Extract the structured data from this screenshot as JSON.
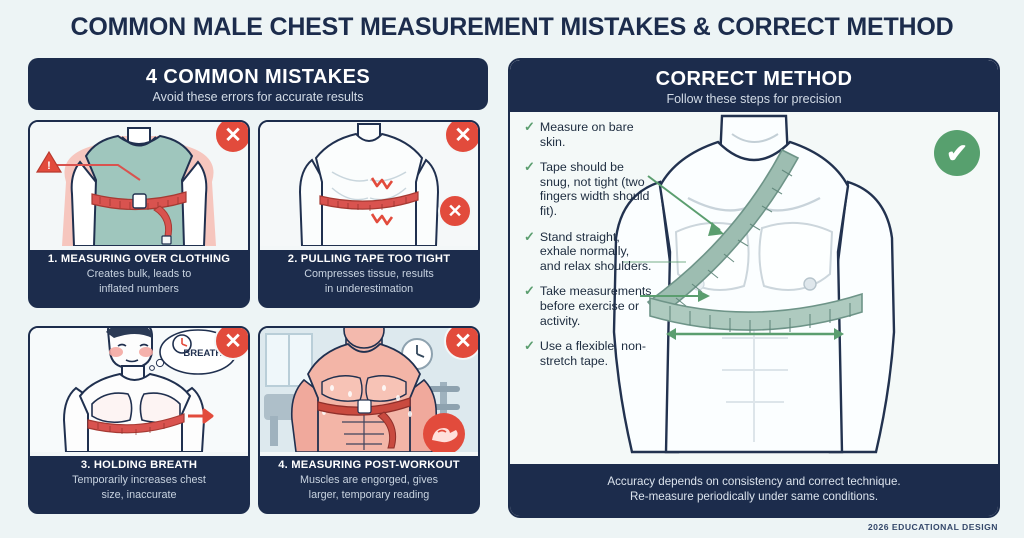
{
  "title": "COMMON MALE CHEST MEASUREMENT MISTAKES & CORRECT METHOD",
  "colors": {
    "background": "#edf4f5",
    "navy": "#1c2c4c",
    "red": "#e24b3c",
    "green": "#57a06e",
    "tape_red": "#d9534f",
    "tape_green": "#8fb4a6"
  },
  "left_panel": {
    "header": {
      "title": "4 COMMON MISTAKES",
      "subtitle": "Avoid these errors for accurate results"
    },
    "cards": [
      {
        "number": "1.",
        "title": "1. MEASURING OVER CLOTHING",
        "subtitle_line1": "Creates bulk, leads to",
        "subtitle_line2": "inflated numbers",
        "badge": "✕",
        "art": "man-in-tshirt-with-red-tape"
      },
      {
        "number": "2.",
        "title": "2. PULLING TAPE TOO TIGHT",
        "subtitle_line1": "Compresses tissue, results",
        "subtitle_line2": "in underestimation",
        "badge": "✕",
        "art": "bare-torso-tight-tape-pain-marks"
      },
      {
        "number": "3.",
        "title": "3. HOLDING BREATH",
        "subtitle_line1": "Temporarily increases chest",
        "subtitle_line2": "size, inaccurate",
        "badge": "✕",
        "art": "man-holding-breath-with-breathe-bubble",
        "bubble_label": "BREATHE"
      },
      {
        "number": "4.",
        "title": "4. MEASURING POST-WORKOUT",
        "subtitle_line1": "Muscles are engorged, gives",
        "subtitle_line2": "larger, temporary reading",
        "badge": "✕",
        "art": "pumped-man-in-gym-with-clock"
      }
    ]
  },
  "right_panel": {
    "header": {
      "title": "CORRECT METHOD",
      "subtitle": "Follow these steps for precision"
    },
    "badge": "✔",
    "steps": [
      {
        "check": "✓",
        "text": "Measure on bare skin."
      },
      {
        "check": "✓",
        "text": "Tape should be snug, not tight (two fingers width should fit)."
      },
      {
        "check": "✓",
        "text": "Stand straight, exhale normally, and relax shoulders."
      },
      {
        "check": "✓",
        "text": "Take measurements before exercise or activity."
      },
      {
        "check": "✓",
        "text": "Use a flexible, non-stretch tape."
      }
    ],
    "footer_line1": "Accuracy depends on consistency and correct technique.",
    "footer_line2": "Re-measure periodically under same conditions.",
    "art": "correct-measurement-torso-with-green-tape"
  },
  "credit": "2026 EDUCATIONAL DESIGN"
}
